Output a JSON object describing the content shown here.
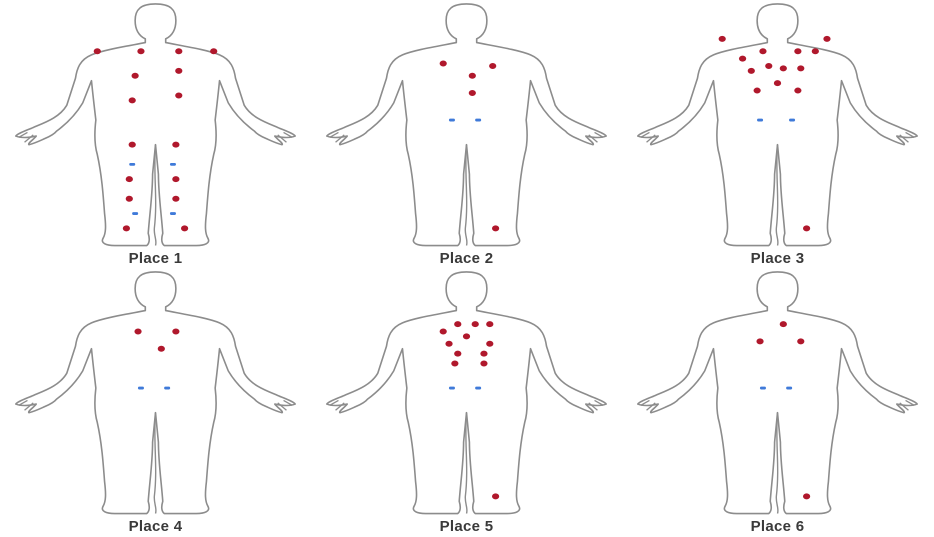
{
  "colors": {
    "red_marker": "#b0182c",
    "blue_marker": "#3f7ad9",
    "outline": "#8c8c8c",
    "label": "#3a3a3a"
  },
  "panels": [
    {
      "label": "Place 1",
      "red": [
        [
          0.3,
          0.2
        ],
        [
          0.7,
          0.2
        ],
        [
          0.45,
          0.2
        ],
        [
          0.58,
          0.2
        ],
        [
          0.43,
          0.3
        ],
        [
          0.58,
          0.28
        ],
        [
          0.42,
          0.4
        ],
        [
          0.58,
          0.38
        ],
        [
          0.42,
          0.58
        ],
        [
          0.57,
          0.58
        ],
        [
          0.41,
          0.72
        ],
        [
          0.57,
          0.72
        ],
        [
          0.41,
          0.8
        ],
        [
          0.57,
          0.8
        ],
        [
          0.4,
          0.92
        ],
        [
          0.6,
          0.92
        ]
      ],
      "blue": [
        [
          0.42,
          0.66
        ],
        [
          0.56,
          0.66
        ],
        [
          0.43,
          0.86
        ],
        [
          0.56,
          0.86
        ]
      ]
    },
    {
      "label": "Place 2",
      "red": [
        [
          0.42,
          0.25
        ],
        [
          0.52,
          0.3
        ],
        [
          0.59,
          0.26
        ],
        [
          0.52,
          0.37
        ],
        [
          0.6,
          0.92
        ]
      ],
      "blue": [
        [
          0.45,
          0.48
        ],
        [
          0.54,
          0.48
        ]
      ]
    },
    {
      "label": "Place 3",
      "red": [
        [
          0.31,
          0.15
        ],
        [
          0.38,
          0.23
        ],
        [
          0.45,
          0.2
        ],
        [
          0.57,
          0.2
        ],
        [
          0.63,
          0.2
        ],
        [
          0.41,
          0.28
        ],
        [
          0.47,
          0.26
        ],
        [
          0.52,
          0.27
        ],
        [
          0.58,
          0.27
        ],
        [
          0.5,
          0.33
        ],
        [
          0.43,
          0.36
        ],
        [
          0.57,
          0.36
        ],
        [
          0.67,
          0.15
        ],
        [
          0.6,
          0.92
        ]
      ],
      "blue": [
        [
          0.44,
          0.48
        ],
        [
          0.55,
          0.48
        ]
      ]
    },
    {
      "label": "Place 4",
      "red": [
        [
          0.44,
          0.25
        ],
        [
          0.57,
          0.25
        ],
        [
          0.52,
          0.32
        ]
      ],
      "blue": [
        [
          0.45,
          0.48
        ],
        [
          0.54,
          0.48
        ]
      ]
    },
    {
      "label": "Place 5",
      "red": [
        [
          0.42,
          0.25
        ],
        [
          0.47,
          0.22
        ],
        [
          0.53,
          0.22
        ],
        [
          0.58,
          0.22
        ],
        [
          0.44,
          0.3
        ],
        [
          0.5,
          0.27
        ],
        [
          0.58,
          0.3
        ],
        [
          0.47,
          0.34
        ],
        [
          0.56,
          0.34
        ],
        [
          0.46,
          0.38
        ],
        [
          0.56,
          0.38
        ],
        [
          0.6,
          0.92
        ]
      ],
      "blue": [
        [
          0.45,
          0.48
        ],
        [
          0.54,
          0.48
        ]
      ]
    },
    {
      "label": "Place 6",
      "red": [
        [
          0.52,
          0.22
        ],
        [
          0.44,
          0.29
        ],
        [
          0.58,
          0.29
        ],
        [
          0.6,
          0.92
        ]
      ],
      "blue": [
        [
          0.45,
          0.48
        ],
        [
          0.54,
          0.48
        ]
      ]
    }
  ]
}
